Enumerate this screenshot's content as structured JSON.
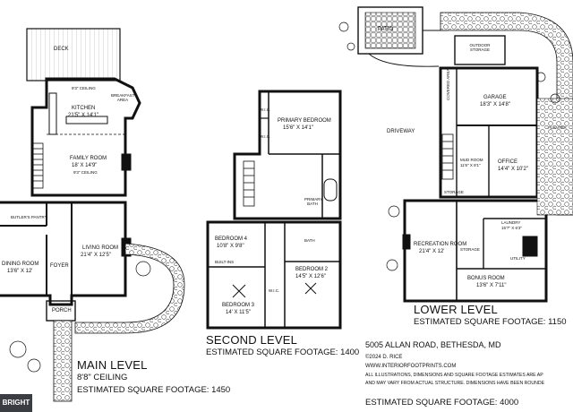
{
  "main_level": {
    "rooms": {
      "deck": "DECK",
      "kitchen": "KITCHEN",
      "kitchen_dim": "21'5\" X 14'1\"",
      "kitchen_ceiling": "9'3\" CEILING",
      "breakfast": "BREAKFAST AREA",
      "family_room": "FAMILY ROOM",
      "family_dim": "18' X 14'9\"",
      "family_ceiling": "9'3\" CEILING",
      "butlers": "BUTLER'S PANTRY",
      "dining": "DINING ROOM",
      "dining_dim": "13'6\" X 12'",
      "foyer": "FOYER",
      "living": "LIVING ROOM",
      "living_dim": "21'4\" X 12'5\"",
      "porch": "PORCH"
    },
    "title": "MAIN LEVEL",
    "ceiling": "8'8\" CEILING",
    "sqft": "ESTIMATED SQUARE FOOTAGE: 1450"
  },
  "second_level": {
    "rooms": {
      "primary_bedroom": "PRIMARY BEDROOM",
      "primary_dim": "15'6\" X 14'1\"",
      "wic1": "W.I.C.",
      "wic2": "W.I.C.",
      "primary_bath": "PRIMARY BATH",
      "bedroom4": "BEDROOM 4",
      "bedroom4_dim": "10'8\" X 9'8\"",
      "bedroom3": "BEDROOM 3",
      "bedroom3_dim": "14' X 11'5\"",
      "bedroom2": "BEDROOM 2",
      "bedroom2_dim": "14'5\" X 12'6\"",
      "bath": "BATH",
      "wic3": "W.I.C.",
      "built_ins": "BUILT-INS"
    },
    "title": "SECOND LEVEL",
    "sqft": "ESTIMATED SQUARE FOOTAGE: 1400"
  },
  "lower_level": {
    "rooms": {
      "patio": "PATIO",
      "outdoor_storage": "OUTDOOR STORAGE",
      "covered_area": "COVERED AREA",
      "garage": "GARAGE",
      "garage_dim": "18'3\" X 14'8\"",
      "driveway": "DRIVEWAY",
      "mud_room": "MUD ROOM",
      "mud_dim": "11'6\" X 8'1\"",
      "office": "OFFICE",
      "office_dim": "14'4\" X 10'2\"",
      "storage1": "STORAGE",
      "laundry": "LAUNDRY",
      "laundry_dim": "15'7\" X 6'3\"",
      "recreation": "RECREATION ROOM",
      "recreation_dim": "21'4\" X 12'",
      "storage2": "STORAGE",
      "utility": "UTILITY",
      "bonus": "BONUS ROOM",
      "bonus_dim": "13'6\" X 7'11\"",
      "planter": "PLANTER"
    },
    "title": "LOWER LEVEL",
    "sqft": "ESTIMATED SQUARE FOOTAGE: 1150"
  },
  "footer": {
    "address": "5005 ALLAN ROAD, BETHESDA, MD",
    "copyright": "©2024 D. RICE",
    "website": "WWW.INTERIORFOOTPRINTS.COM",
    "disclaimer1": "ALL ILLUSTRATIONS, DIMENSIONS AND SQUARE FOOTAGE ESTIMATES ARE AP",
    "disclaimer2": "AND MAY VARY FROM ACTUAL STRUCTURE. DIMENSIONS HAVE BEEN ROUNDE",
    "total_sqft": "ESTIMATED SQUARE FOOTAGE: 4000"
  },
  "badge": "BRIGHT MLS"
}
